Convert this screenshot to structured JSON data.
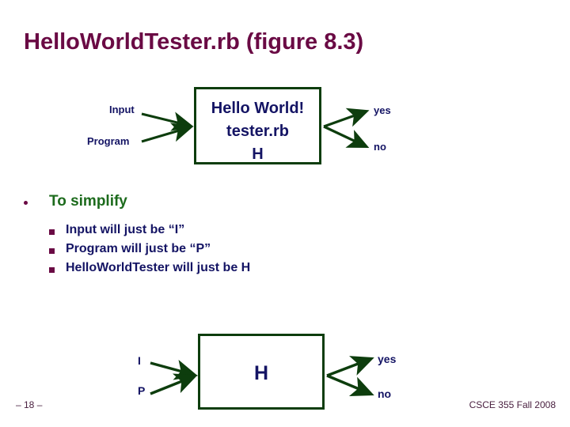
{
  "slide": {
    "title": "HelloWorldTester.rb (figure 8.3)",
    "colors": {
      "title": "#6A0A44",
      "box_border": "#0D3D0D",
      "arrow": "#0D3D0D",
      "label_navy": "#141464",
      "bullet_green": "#1D6B1D",
      "bullet_maroon": "#6A0A44",
      "footer": "#4A2040",
      "background": "#FFFFFF"
    }
  },
  "diagram_top": {
    "name": "hello-world-tester-diagram",
    "box": {
      "line1": "Hello World!",
      "line2": "tester.rb",
      "line3": "H"
    },
    "inputs": [
      {
        "label": "Input"
      },
      {
        "label": "Program"
      }
    ],
    "outputs": [
      {
        "label": "yes"
      },
      {
        "label": "no"
      }
    ]
  },
  "bullets": {
    "level1": {
      "text": "To simplify",
      "marker": "round-bullet"
    },
    "level2": [
      {
        "text": "Input  will just be “I”",
        "marker": "square-bullet"
      },
      {
        "text": "Program will just be “P”",
        "marker": "square-bullet"
      },
      {
        "text": "HelloWorldTester will just be H",
        "marker": "square-bullet"
      }
    ]
  },
  "diagram_bottom": {
    "name": "simplified-h-diagram",
    "box": {
      "line1": "H"
    },
    "inputs": [
      {
        "label": "I"
      },
      {
        "label": "P"
      }
    ],
    "outputs": [
      {
        "label": "yes"
      },
      {
        "label": "no"
      }
    ]
  },
  "footer": {
    "page": "– 18 –",
    "course": "CSCE 355 Fall 2008"
  }
}
